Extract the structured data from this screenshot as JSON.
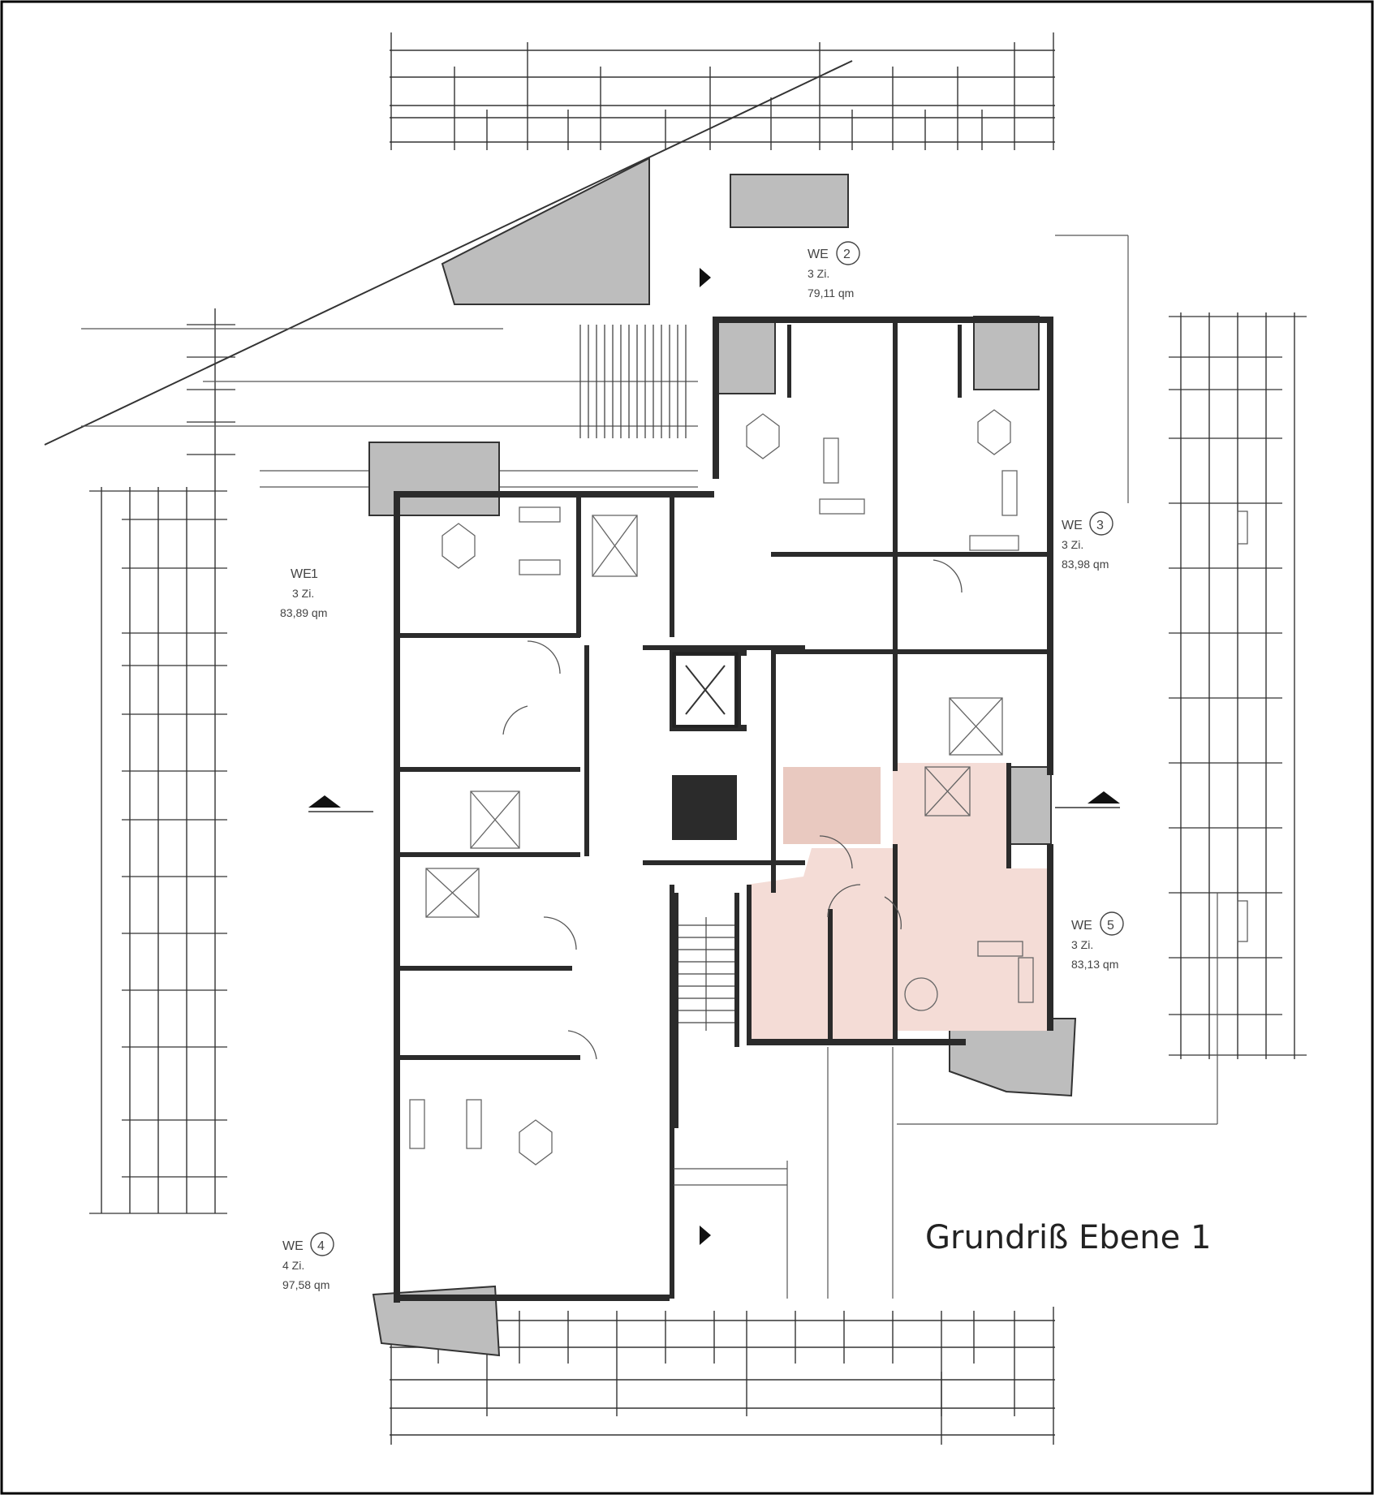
{
  "title": "Grundriß Ebene 1",
  "units": [
    {
      "id": "we1",
      "name": "WE",
      "number": "1",
      "rooms": "3 Zi.",
      "area": "83,89 qm"
    },
    {
      "id": "we2",
      "name": "WE",
      "number": "2",
      "rooms": "3 Zi.",
      "area": "79,11 qm"
    },
    {
      "id": "we3",
      "name": "WE",
      "number": "3",
      "rooms": "3 Zi.",
      "area": "83,98 qm"
    },
    {
      "id": "we4",
      "name": "WE",
      "number": "4",
      "rooms": "4 Zi.",
      "area": "97,58 qm"
    },
    {
      "id": "we5",
      "name": "WE",
      "number": "5",
      "rooms": "3 Zi.",
      "area": "83,13 qm"
    }
  ],
  "colors": {
    "wall": "#2b2b2b",
    "balcony": "#bdbdbd",
    "highlight_unit": "#f4dcd6",
    "highlight_unit_dark": "#e9c9c0",
    "paper": "#ffffff"
  }
}
